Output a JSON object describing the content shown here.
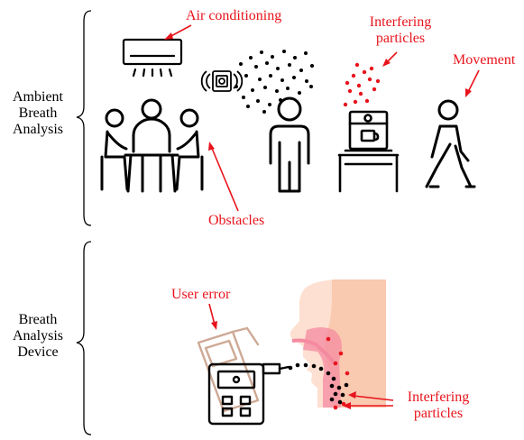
{
  "sections": {
    "ambient": {
      "label_lines": [
        "Ambient",
        "Breath",
        "Analysis"
      ]
    },
    "device": {
      "label_lines": [
        "Breath",
        "Analysis",
        "Device"
      ]
    }
  },
  "annotations": {
    "air_conditioning": "Air conditioning",
    "interfering_particles_top": [
      "Interfering",
      "particles"
    ],
    "movement": "Movement",
    "obstacles": "Obstacles",
    "user_error": "User error",
    "interfering_particles_bottom": [
      "Interfering",
      "particles"
    ]
  },
  "icons": {
    "ambient": [
      "air-conditioner-icon",
      "wireless-sensor-icon",
      "meeting-people-icon",
      "standing-person-icon",
      "coffee-machine-icon",
      "walking-person-icon"
    ],
    "device": [
      "head-profile-icon",
      "breathalyzer-device-icon",
      "breath-particles-icon"
    ]
  },
  "colors": {
    "annotation": "#e8141c",
    "text": "#000000",
    "skin_light": "#fde0d1",
    "skin_dark": "#f9c9b0",
    "airway": "#f48aa0",
    "device_outline": "#c9a08a"
  }
}
